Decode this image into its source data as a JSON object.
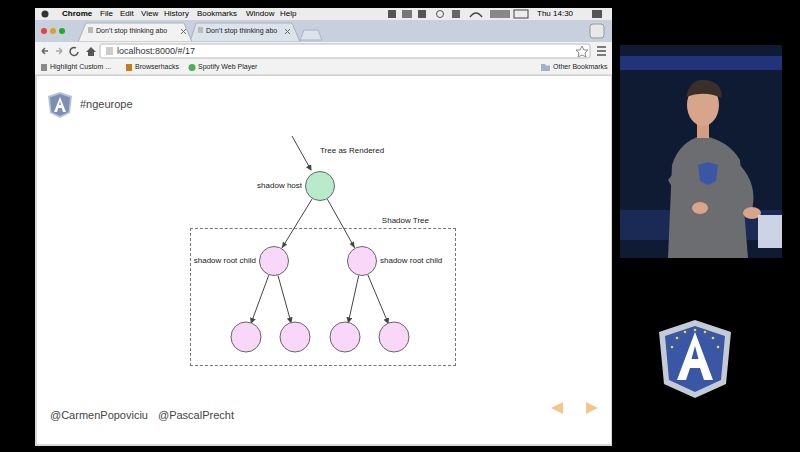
{
  "diagram": {
    "nodes": [
      {
        "text": [
          "shadow host"
        ]
      },
      {
        "text": [
          "Shadow Tree"
        ]
      },
      {
        "text": [
          "shadow root child"
        ],
        "in": 1
      },
      {
        "text": [
          "shadow root child"
        ],
        "in": 1
      }
    ],
    "edges": [
      {
        "from": 0,
        "to": 2,
        "arrow": "to"
      },
      {
        "from": 0,
        "to": 3,
        "arrow": "to"
      }
    ],
    "labels": [
      "Chrome",
      "File",
      "Edit",
      "View",
      "History",
      "Bookmarks",
      "Window",
      "Help",
      "Thu 14:30",
      "Don’t stop thinking abo",
      "Don’t stop thinking abo",
      "localhost:8000/#/17",
      "Highlight Custom ...",
      "Browserhacks",
      "Spotify Web Player",
      "Other Bookmarks",
      "#ngeurope",
      "Tree as Rendered",
      "@CarmenPopoviciu",
      "@PascalPrecht"
    ]
  }
}
